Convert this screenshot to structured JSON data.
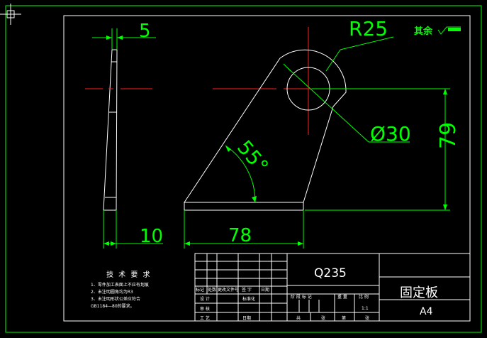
{
  "drawing": {
    "dimensions": {
      "thickness": "5",
      "radius": "R25",
      "diameter": "Ø30",
      "height": "79",
      "angle": "55°",
      "width": "78",
      "side_width": "10"
    },
    "roughness": "其余"
  },
  "tech_requirements": {
    "title": "技 术 要 求",
    "items": [
      "1、零件加工表面上不应有划痕",
      "2、未注明圆角均为R3",
      "3、未注明形状公差应符合",
      "GB1184—80的要求。"
    ]
  },
  "title_block": {
    "material": "Q235",
    "part_name": "固定板",
    "paper_size": "A4",
    "scale": "1:1",
    "header_labels": [
      "标记",
      "处数",
      "更改文件号",
      "签 字",
      "日期"
    ],
    "row_labels": {
      "design": "设 计",
      "standardize": "标准化",
      "review": "审 核",
      "process": "工 艺",
      "date": "日期"
    },
    "stage_labels": [
      "阶 段 标 记",
      "重 量",
      "比 例"
    ],
    "sheet_labels": [
      "共",
      "张",
      "第",
      "张"
    ]
  },
  "colors": {
    "green": "#00ff00",
    "white": "#ffffff",
    "red": "#ff2020",
    "background": "#000000"
  }
}
